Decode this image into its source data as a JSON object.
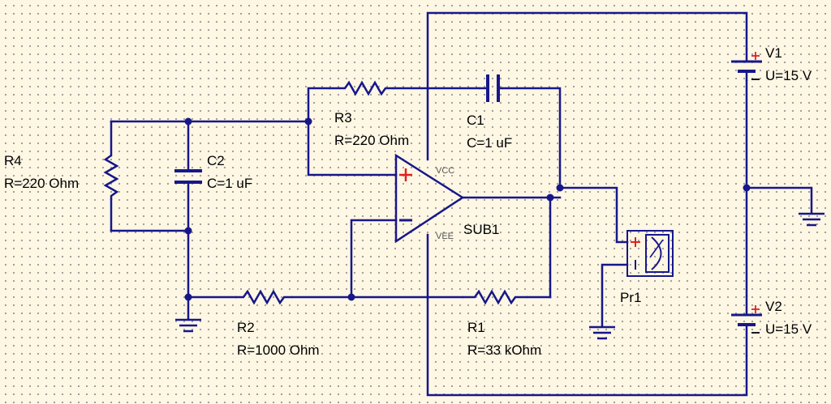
{
  "components": {
    "R4": {
      "name": "R4",
      "value": "R=220 Ohm"
    },
    "C2": {
      "name": "C2",
      "value": "C=1 uF"
    },
    "R3": {
      "name": "R3",
      "value": "R=220 Ohm"
    },
    "C1": {
      "name": "C1",
      "value": "C=1 uF"
    },
    "R2": {
      "name": "R2",
      "value": "R=1000 Ohm"
    },
    "R1": {
      "name": "R1",
      "value": "R=33 kOhm"
    },
    "SUB1": {
      "name": "SUB1",
      "vcc": "VCC",
      "vee": "VEE"
    },
    "Pr1": {
      "name": "Pr1"
    },
    "V1": {
      "name": "V1",
      "value": "U=15 V"
    },
    "V2": {
      "name": "V2",
      "value": "U=15 V"
    }
  },
  "colors": {
    "wire": "#17178a",
    "plus": "#e32020",
    "background": "#fdf7e4"
  },
  "icons": {
    "ground": "ground-icon",
    "probe": "voltmeter-probe-icon"
  }
}
